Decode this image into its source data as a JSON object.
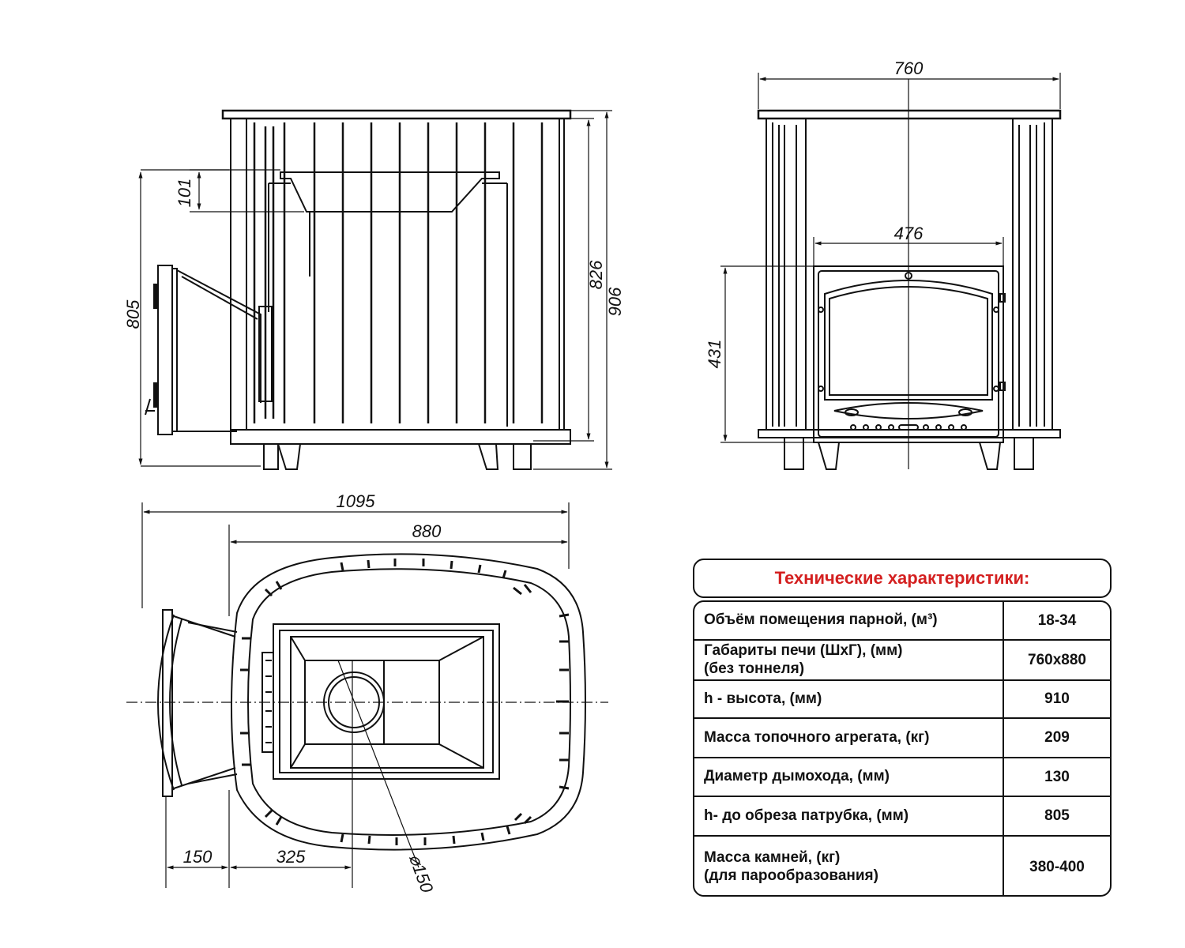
{
  "dimensions": {
    "side_101": "101",
    "side_805": "805",
    "side_826": "826",
    "side_906": "906",
    "front_760": "760",
    "front_476": "476",
    "front_431": "431",
    "top_1095": "1095",
    "top_880": "880",
    "top_150": "150",
    "top_325": "325",
    "top_d150": "⌀150"
  },
  "specs": {
    "title": "Технические характеристики:",
    "rows": [
      {
        "label": "Объём помещения парной, (м³)",
        "value": "18-34"
      },
      {
        "label": "Габариты печи (ШхГ), (мм)\n (без тоннеля)",
        "value": "760x880"
      },
      {
        "label": "h - высота, (мм)",
        "value": "910"
      },
      {
        "label": "Масса топочного агрегата, (кг)",
        "value": "209"
      },
      {
        "label": "Диаметр дымохода, (мм)",
        "value": "130"
      },
      {
        "label": "h- до обреза патрубка, (мм)",
        "value": "805"
      },
      {
        "label": "Масса камней, (кг)\n(для парообразования)",
        "value": "380-400"
      }
    ]
  }
}
